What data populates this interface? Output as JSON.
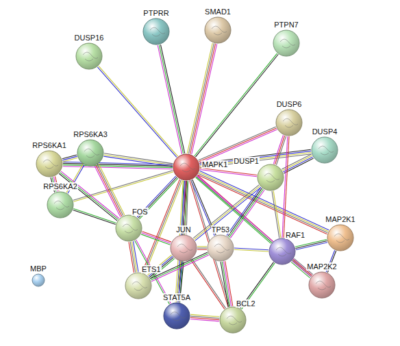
{
  "diagram": {
    "nodes": [
      {
        "text": [
          "DUSP16"
        ]
      },
      {
        "text": [
          "PTPRR"
        ]
      },
      {
        "text": [
          "SMAD1"
        ]
      },
      {
        "text": [
          "PTPN7"
        ]
      },
      {
        "text": [
          "DUSP6"
        ]
      },
      {
        "text": [
          "DUSP4"
        ]
      },
      {
        "text": [
          "RPS6KA1"
        ]
      },
      {
        "text": [
          "RPS6KA3"
        ]
      },
      {
        "text": [
          "MAPK1"
        ]
      },
      {
        "text": [
          "DUSP1"
        ]
      },
      {
        "text": [
          "RPS6KA2"
        ]
      },
      {
        "text": [
          "FOS"
        ]
      },
      {
        "text": [
          "JUN"
        ]
      },
      {
        "text": [
          "TP53"
        ]
      },
      {
        "text": [
          "RAF1"
        ]
      },
      {
        "text": [
          "MAP2K1"
        ]
      },
      {
        "text": [
          "MAP2K2"
        ]
      },
      {
        "text": [
          "MBP"
        ]
      },
      {
        "text": [
          "ETS1"
        ]
      },
      {
        "text": [
          "STAT5A"
        ]
      },
      {
        "text": [
          "BCL2"
        ]
      }
    ],
    "edges": [
      {
        "from": 8,
        "to": 0,
        "arrow": "none"
      },
      {
        "from": 8,
        "to": 1,
        "arrow": "none"
      },
      {
        "from": 8,
        "to": 2,
        "arrow": "none"
      },
      {
        "from": 8,
        "to": 3,
        "arrow": "none"
      },
      {
        "from": 8,
        "to": 4,
        "arrow": "none"
      },
      {
        "from": 8,
        "to": 5,
        "arrow": "none"
      },
      {
        "from": 8,
        "to": 9,
        "arrow": "none"
      },
      {
        "from": 8,
        "to": 7,
        "arrow": "none"
      },
      {
        "from": 8,
        "to": 6,
        "arrow": "none"
      },
      {
        "from": 8,
        "to": 10,
        "arrow": "none"
      },
      {
        "from": 8,
        "to": 11,
        "arrow": "none"
      },
      {
        "from": 8,
        "to": 12,
        "arrow": "none"
      },
      {
        "from": 8,
        "to": 13,
        "arrow": "none"
      },
      {
        "from": 8,
        "to": 14,
        "arrow": "none"
      },
      {
        "from": 8,
        "to": 15,
        "arrow": "none"
      },
      {
        "from": 8,
        "to": 16,
        "arrow": "none"
      },
      {
        "from": 8,
        "to": 18,
        "arrow": "none"
      },
      {
        "from": 8,
        "to": 19,
        "arrow": "none"
      },
      {
        "from": 8,
        "to": 20,
        "arrow": "none"
      },
      {
        "from": 6,
        "to": 7,
        "arrow": "none"
      },
      {
        "from": 6,
        "to": 10,
        "arrow": "none"
      },
      {
        "from": 7,
        "to": 10,
        "arrow": "none"
      },
      {
        "from": 6,
        "to": 11,
        "arrow": "none"
      },
      {
        "from": 7,
        "to": 11,
        "arrow": "none"
      },
      {
        "from": 10,
        "to": 11,
        "arrow": "none"
      },
      {
        "from": 4,
        "to": 9,
        "arrow": "none"
      },
      {
        "from": 5,
        "to": 9,
        "arrow": "none"
      },
      {
        "from": 4,
        "to": 14,
        "arrow": "none"
      },
      {
        "from": 9,
        "to": 12,
        "arrow": "none"
      },
      {
        "from": 9,
        "to": 13,
        "arrow": "none"
      },
      {
        "from": 9,
        "to": 14,
        "arrow": "none"
      },
      {
        "from": 14,
        "to": 15,
        "arrow": "none"
      },
      {
        "from": 14,
        "to": 16,
        "arrow": "none"
      },
      {
        "from": 15,
        "to": 16,
        "arrow": "none"
      },
      {
        "from": 11,
        "to": 12,
        "arrow": "none"
      },
      {
        "from": 11,
        "to": 18,
        "arrow": "none"
      },
      {
        "from": 11,
        "to": 19,
        "arrow": "none"
      },
      {
        "from": 12,
        "to": 13,
        "arrow": "none"
      },
      {
        "from": 12,
        "to": 18,
        "arrow": "none"
      },
      {
        "from": 12,
        "to": 20,
        "arrow": "none"
      },
      {
        "from": 12,
        "to": 19,
        "arrow": "none"
      },
      {
        "from": 13,
        "to": 20,
        "arrow": "none"
      },
      {
        "from": 13,
        "to": 14,
        "arrow": "none"
      },
      {
        "from": 13,
        "to": 18,
        "arrow": "none"
      },
      {
        "from": 19,
        "to": 20,
        "arrow": "none"
      },
      {
        "from": 14,
        "to": 20,
        "arrow": "none"
      }
    ]
  }
}
